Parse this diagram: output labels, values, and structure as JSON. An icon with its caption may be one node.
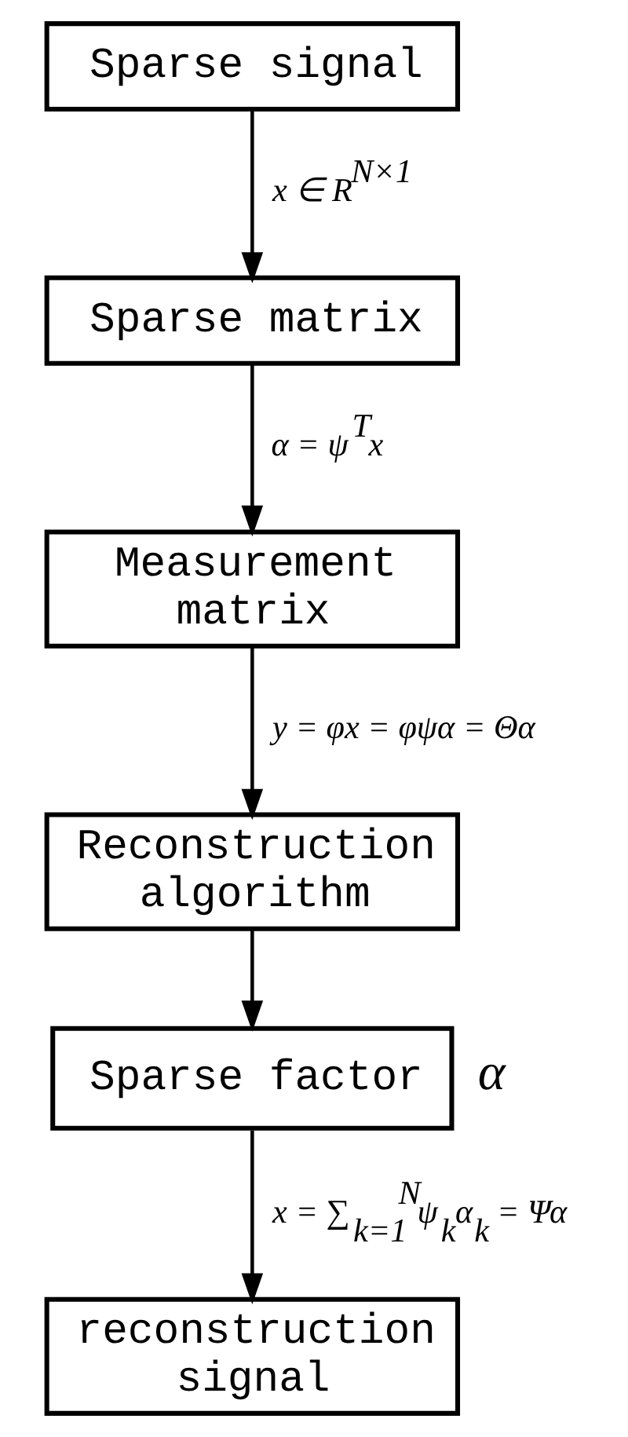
{
  "diagram": {
    "nodes": [
      {
        "text": [
          "Sparse signal"
        ]
      },
      {
        "text": [
          "Sparse matrix"
        ]
      },
      {
        "text": [
          "Measurement matrix"
        ]
      },
      {
        "text": [
          "Reconstruction algorithm"
        ]
      },
      {
        "text": [
          "Sparse factor"
        ],
        "beside": [
          "α"
        ]
      },
      {
        "text": [
          "reconstruction signal"
        ]
      }
    ],
    "edges": [
      {
        "from": 0,
        "to": 1,
        "arrow": "to",
        "label": "x ∈ R$^{N×1}$"
      },
      {
        "from": 1,
        "to": 2,
        "arrow": "to",
        "label": "α = ψ$^{T}$x"
      },
      {
        "from": 2,
        "to": 3,
        "arrow": "to",
        "label": "y = φx = φψα = Θα"
      },
      {
        "from": 3,
        "to": 4,
        "arrow": "to"
      },
      {
        "from": 4,
        "to": 5,
        "arrow": "to",
        "label": "x = ∑$_{k=1}$$^{N}$ψ$_{k}$α$_{k}$ = Ψα"
      }
    ]
  }
}
